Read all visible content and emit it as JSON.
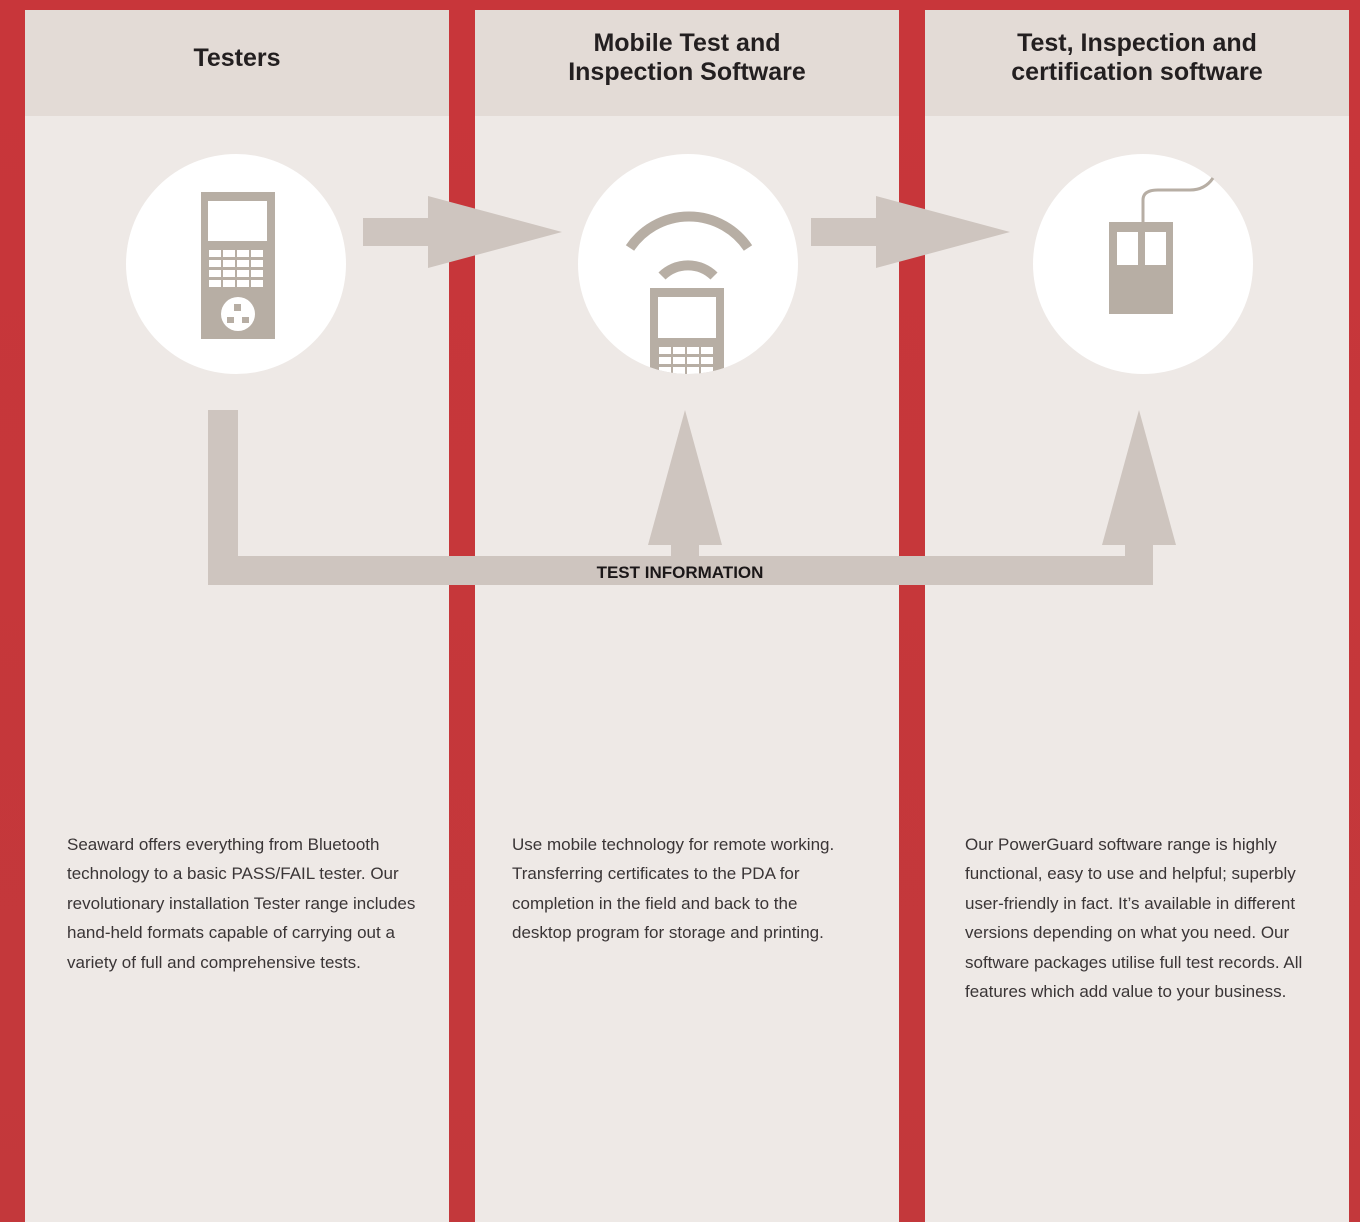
{
  "columns": [
    {
      "title": "Testers",
      "body": "Seaward offers everything from Bluetooth technology to a basic PASS/FAIL tester. Our revolutionary installation Tester range includes hand-held formats capable of carrying out a variety of full and comprehensive tests.",
      "icon": "handheld-tester-icon"
    },
    {
      "title": "Mobile Test and\nInspection Software",
      "body": "Use mobile technology for remote working. Transferring certificates to the PDA for completion in the field and back to the desktop program for storage and printing.",
      "icon": "wireless-pda-icon"
    },
    {
      "title": "Test, Inspection and\ncertification software",
      "body": "Our PowerGuard software range is highly functional, easy to use and helpful; superbly user-friendly in fact. It’s available in different versions depending on what you need. Our software packages utilise full test records. All features which add value to your business.",
      "icon": "computer-mouse-icon"
    }
  ],
  "flow": {
    "label": "TEST INFORMATION"
  },
  "colors": {
    "background": "#c8363a",
    "panel": "#eee9e6",
    "header": "#e3dbd6",
    "arrow": "#cec5bf",
    "icon": "#b7aea4",
    "circle": "#ffffff"
  }
}
